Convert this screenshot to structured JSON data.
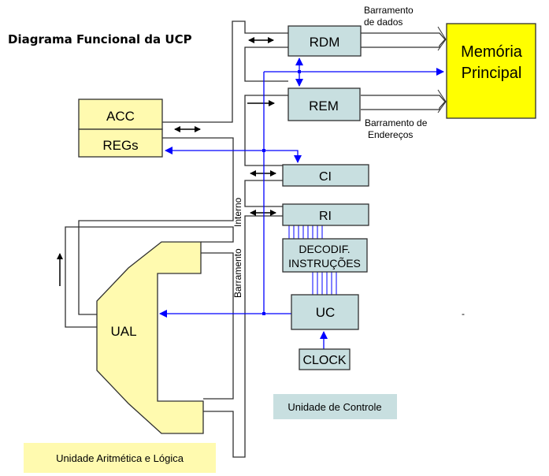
{
  "title": "Diagrama Funcional da UCP",
  "colors": {
    "register_fill": "#c8dfe0",
    "alu_fill": "#fffaaf",
    "memory_fill": "#ffff00",
    "control_line": "#0000ff",
    "bus_line": "#404040"
  },
  "registers": {
    "acc": "ACC",
    "regs": "REGs",
    "rdm": "RDM",
    "rem": "REM",
    "ci": "CI",
    "ri": "RI",
    "decoder_line1": "DECODIF.",
    "decoder_line2": "INSTRUÇÕES",
    "uc": "UC",
    "clock": "CLOCK"
  },
  "memory": {
    "line1": "Memória",
    "line2": "Principal"
  },
  "alu": {
    "label": "UAL"
  },
  "buses": {
    "data_bus_line1": "Barramento",
    "data_bus_line2": "de dados",
    "address_bus_line1": "Barramento de",
    "address_bus_line2": "Endereços",
    "internal_bus_part1": "Barramento",
    "internal_bus_part2": "Interno"
  },
  "legends": {
    "control_unit": "Unidade de Controle",
    "alu_unit": "Unidade Aritmética e Lógica"
  },
  "stray_mark": "-"
}
